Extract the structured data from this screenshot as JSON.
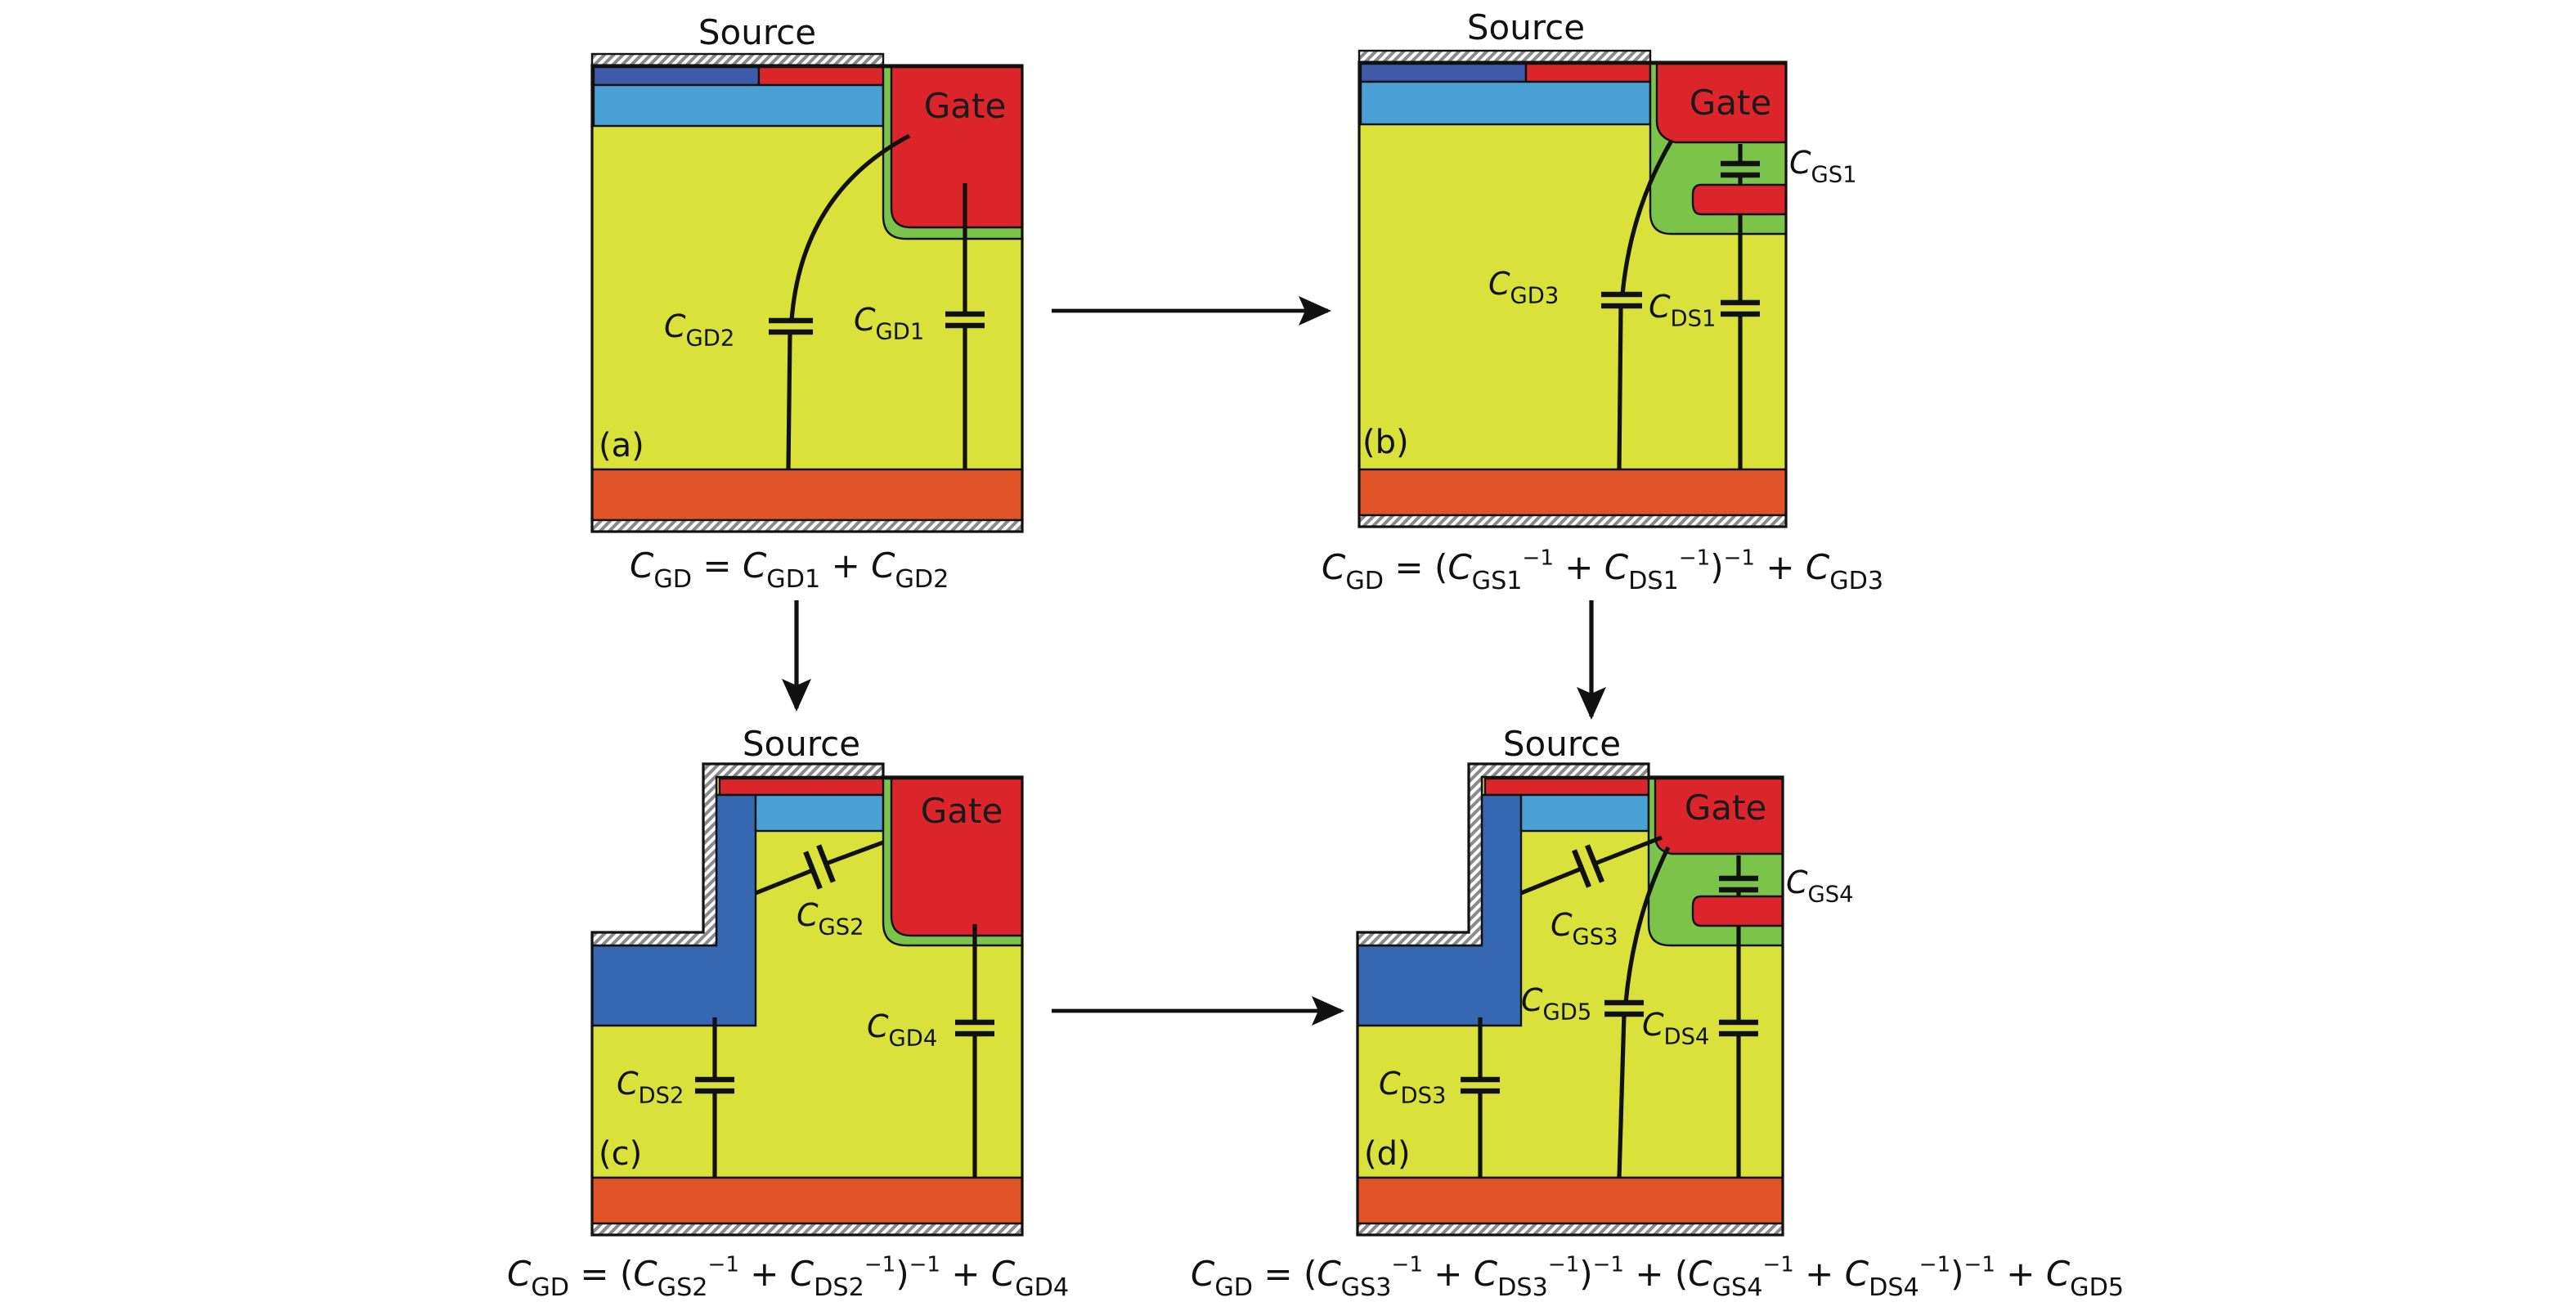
{
  "colors": {
    "drift_yellow": "#d9e13a",
    "substrate_orange": "#e05427",
    "gate_red": "#dc252b",
    "source_light_blue": "#4a9fd5",
    "body_dark_blue": "#3e5aa9",
    "pillar_blue": "#3667b1",
    "oxide_green": "#7cc34a",
    "metal_hatch": "#9a9a9a"
  },
  "terms": {
    "source": "Source",
    "gate": "Gate"
  },
  "panels": {
    "a": {
      "tag": "(a)",
      "labels": {
        "cgd2": {
          "c": "C",
          "sub": "GD2"
        },
        "cgd1": {
          "c": "C",
          "sub": "GD1"
        }
      },
      "equation": [
        {
          "c": "C",
          "sub": "GD"
        },
        " = ",
        {
          "c": "C",
          "sub": "GD1"
        },
        " + ",
        {
          "c": "C",
          "sub": "GD2"
        }
      ]
    },
    "b": {
      "tag": "(b)",
      "labels": {
        "cgs1": {
          "c": "C",
          "sub": "GS1"
        },
        "cgd3": {
          "c": "C",
          "sub": "GD3"
        },
        "cds1": {
          "c": "C",
          "sub": "DS1"
        }
      },
      "equation": [
        {
          "c": "C",
          "sub": "GD"
        },
        " = (",
        {
          "c": "C",
          "sub": "GS1",
          "sup": "−1"
        },
        " + ",
        {
          "c": "C",
          "sub": "DS1",
          "sup": "−1"
        },
        {
          "c": ")",
          "sup": "−1"
        },
        " + ",
        {
          "c": "C",
          "sub": "GD3"
        }
      ]
    },
    "c": {
      "tag": "(c)",
      "labels": {
        "cgs2": {
          "c": "C",
          "sub": "GS2"
        },
        "cgd4": {
          "c": "C",
          "sub": "GD4"
        },
        "cds2": {
          "c": "C",
          "sub": "DS2"
        }
      },
      "equation": [
        {
          "c": "C",
          "sub": "GD"
        },
        " = (",
        {
          "c": "C",
          "sub": "GS2",
          "sup": "−1"
        },
        " + ",
        {
          "c": "C",
          "sub": "DS2",
          "sup": "−1"
        },
        {
          "c": ")",
          "sup": "−1"
        },
        " + ",
        {
          "c": "C",
          "sub": "GD4"
        }
      ]
    },
    "d": {
      "tag": "(d)",
      "labels": {
        "cgs4": {
          "c": "C",
          "sub": "GS4"
        },
        "cgs3": {
          "c": "C",
          "sub": "GS3"
        },
        "cgd5": {
          "c": "C",
          "sub": "GD5"
        },
        "cds4": {
          "c": "C",
          "sub": "DS4"
        },
        "cds3": {
          "c": "C",
          "sub": "DS3"
        }
      },
      "equation": [
        {
          "c": "C",
          "sub": "GD"
        },
        " = (",
        {
          "c": "C",
          "sub": "GS3",
          "sup": "−1"
        },
        " + ",
        {
          "c": "C",
          "sub": "DS3",
          "sup": "−1"
        },
        {
          "c": ")",
          "sup": "−1"
        },
        " + (",
        {
          "c": "C",
          "sub": "GS4",
          "sup": "−1"
        },
        " + ",
        {
          "c": "C",
          "sub": "DS4",
          "sup": "−1"
        },
        {
          "c": ")",
          "sup": "−1"
        },
        " + ",
        {
          "c": "C",
          "sub": "GD5"
        }
      ]
    }
  }
}
